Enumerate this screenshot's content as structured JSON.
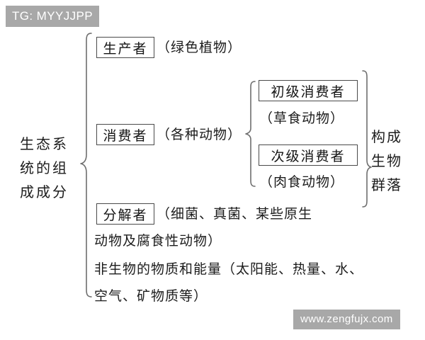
{
  "watermarks": {
    "top_left": "TG: MYYJJPP",
    "bottom_right": "www.zengfujx.com"
  },
  "diagram": {
    "root_label_lines": [
      "生态系",
      "统的组",
      "成成分"
    ],
    "right_label_lines": [
      "构成",
      "生物",
      "群落"
    ],
    "branches": [
      {
        "term": "生产者",
        "detail": "（绿色植物）"
      },
      {
        "term": "消费者",
        "detail": "（各种动物）",
        "sub_branches": [
          {
            "term": "初级消费者",
            "detail": "（草食动物）"
          },
          {
            "term": "次级消费者",
            "detail": "（肉食动物）"
          }
        ]
      },
      {
        "term": "分解者",
        "detail_line1": "（细菌、真菌、某些原生",
        "detail_line2": "动物及腐食性动物）"
      },
      {
        "term_plain_line1": "非生物的物质和能量（太阳能、热量、水、",
        "term_plain_line2": "空气、矿物质等）"
      }
    ]
  },
  "colors": {
    "ink": "#1c1c1c",
    "box_border": "#4a4a4a",
    "brace": "#6e6e6e",
    "watermark_bg": "#a8a8a8",
    "watermark_text": "#ffffff",
    "background": "#ffffff"
  }
}
